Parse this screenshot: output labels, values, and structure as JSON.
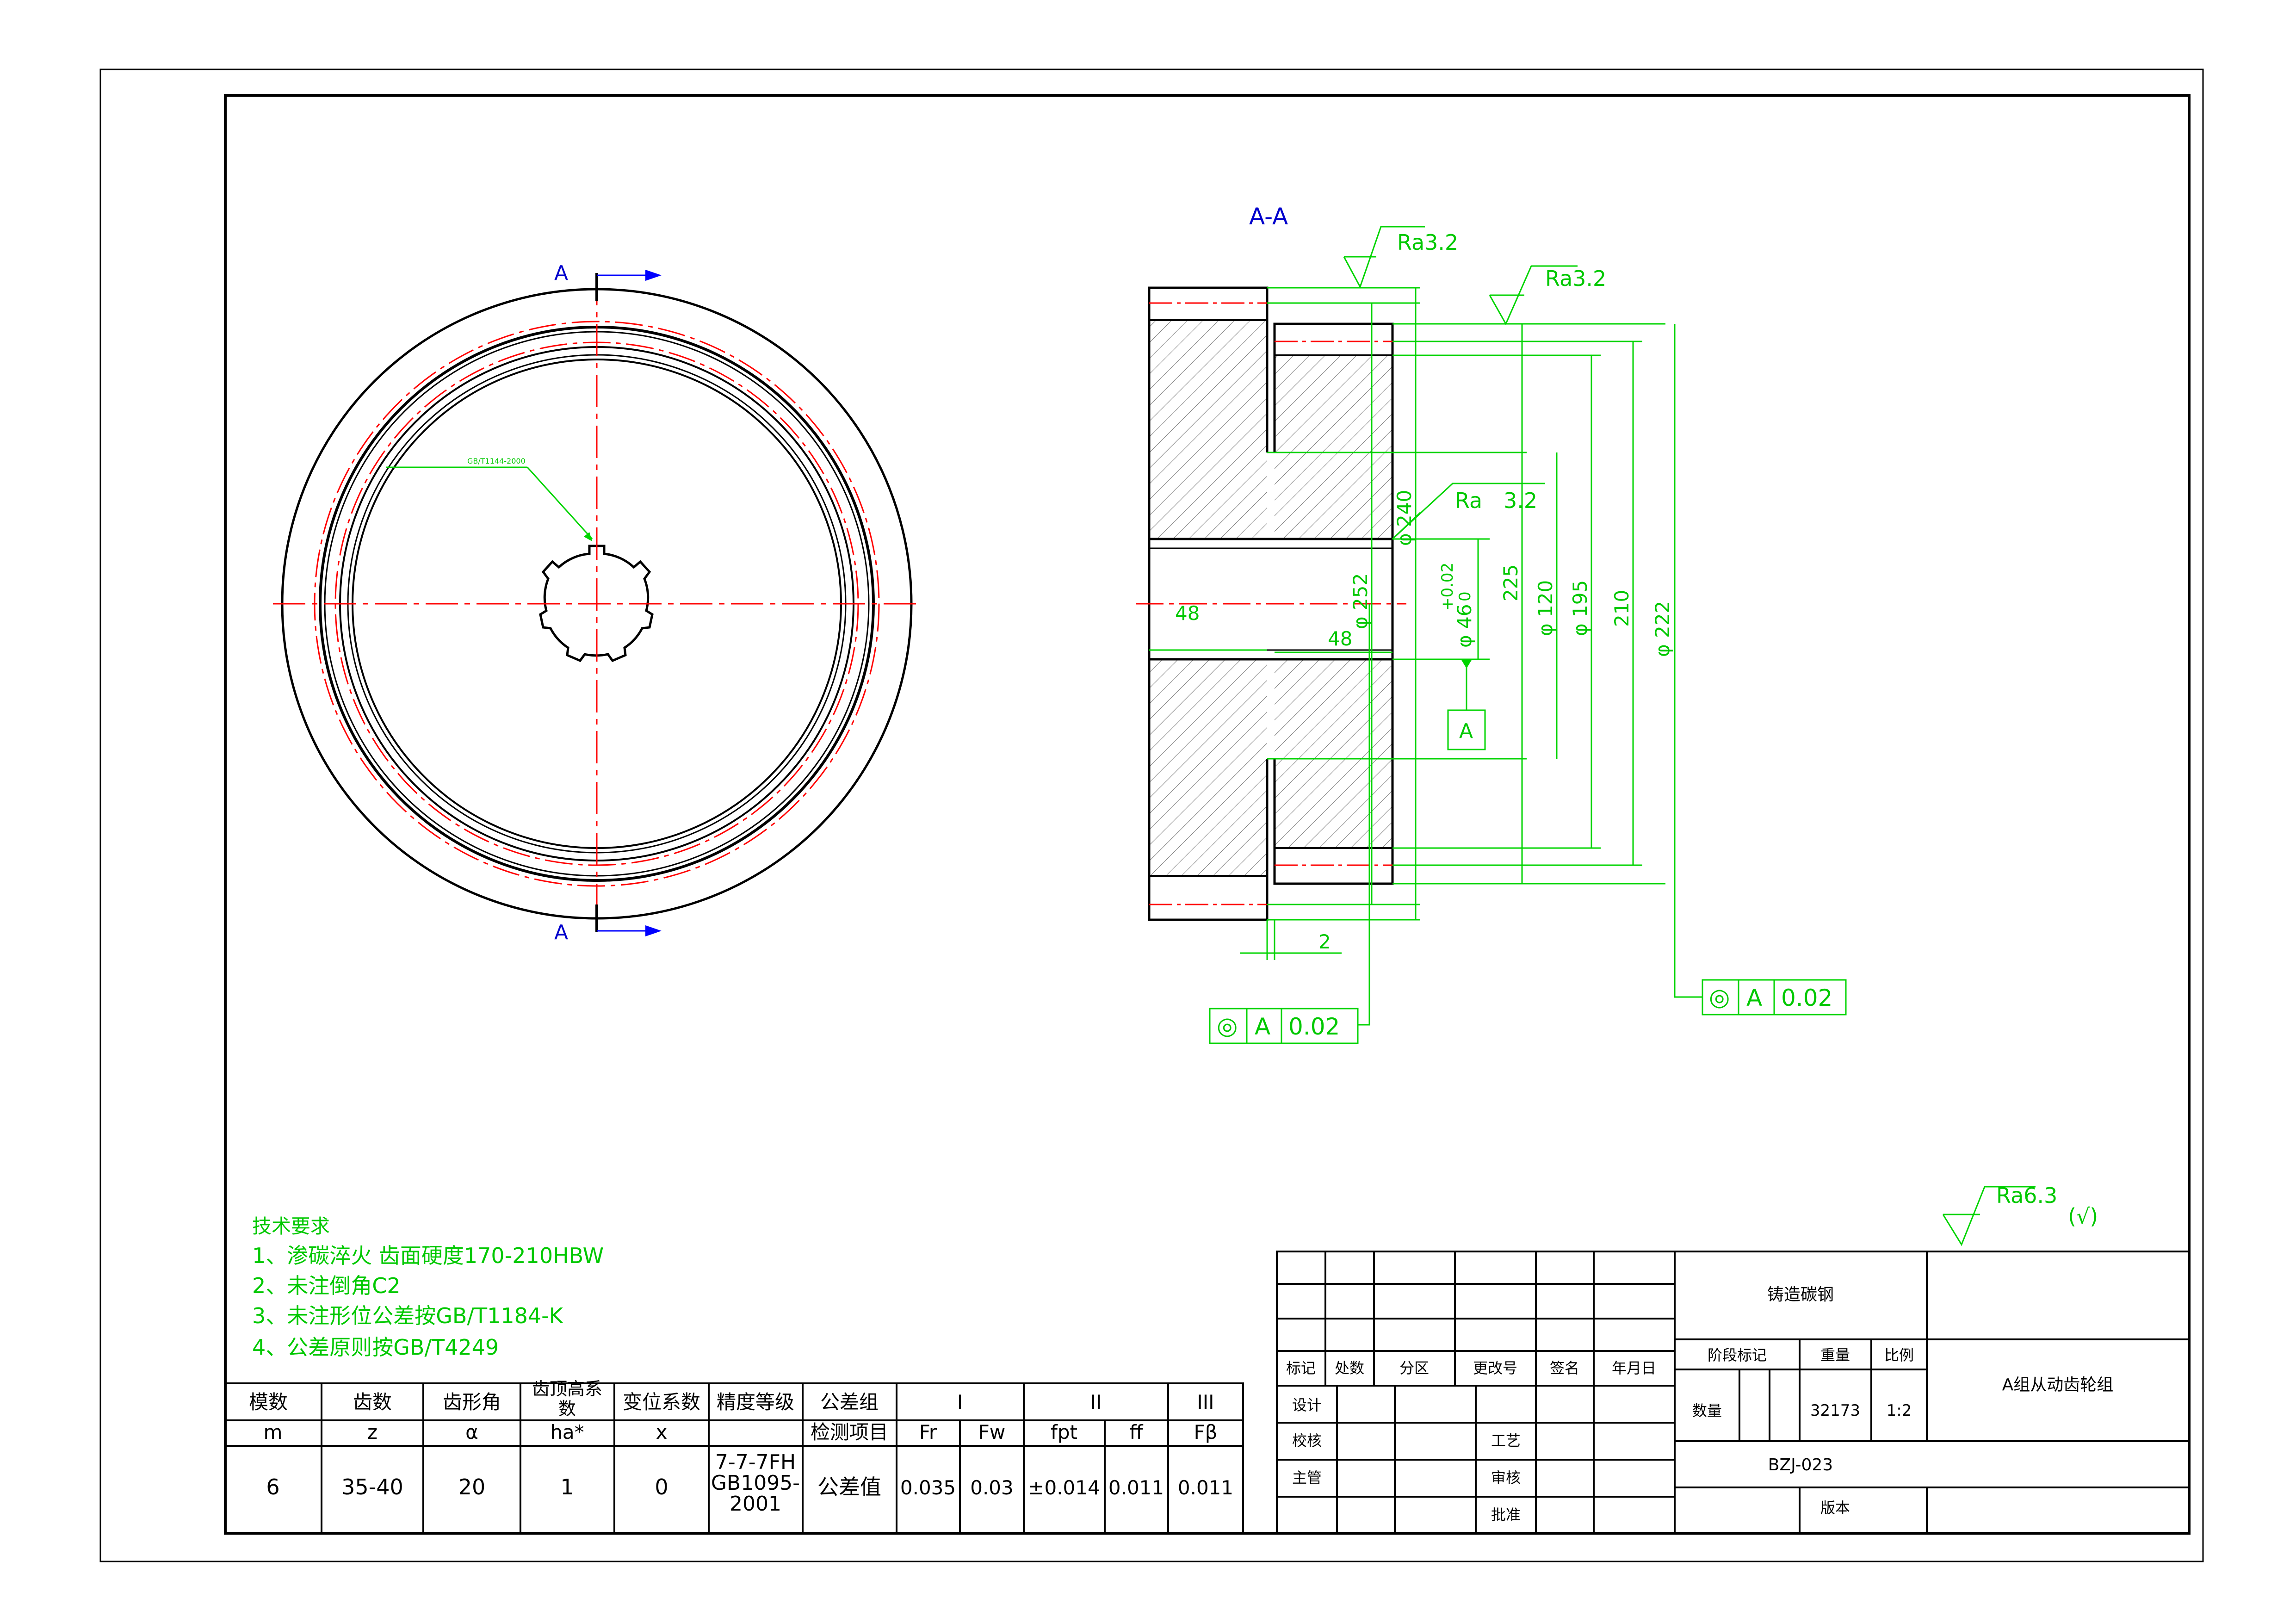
{
  "section_marks": {
    "top": "A",
    "bottom": "A",
    "view_title": "A-A"
  },
  "leader_note": "GB/T1144-2000",
  "roughness": {
    "r1": "Ra3.2",
    "r2": "Ra3.2",
    "r3_a": "Ra",
    "r3_b": "3.2",
    "general": "Ra6.3",
    "general_paren": "(√)"
  },
  "dimensions": {
    "d252": "φ 252",
    "d240": "φ 240",
    "tol_plus": "+0.02",
    "tol_zero": "0",
    "d46": "φ 46",
    "h225": "225",
    "d120": "φ 120",
    "d195": "φ 195",
    "h210": "210",
    "d222": "φ 222",
    "w48a": "48",
    "w48b": "48",
    "w2": "2"
  },
  "datum": "A",
  "frame1": {
    "sym": "◎",
    "datum": "A",
    "tol": "0.02"
  },
  "frame2": {
    "sym": "◎",
    "datum": "A",
    "tol": "0.02"
  },
  "tech": {
    "title": "技术要求",
    "l1": "1、渗碳淬火 齿面硬度170-210HBW",
    "l2": "2、未注倒角C2",
    "l3": "3、未注形位公差按GB/T1184-K",
    "l4": "4、公差原则按GB/T4249"
  },
  "params": {
    "h_modulus": "模数",
    "h_teeth": "齿数",
    "h_angle": "齿形角",
    "h_addendum_a": "齿顶高系",
    "h_addendum_b": "数",
    "h_shift": "变位系数",
    "h_grade": "精度等级",
    "h_group": "公差组",
    "g1": "I",
    "g2": "II",
    "g3": "III",
    "s_m": "m",
    "s_z": "z",
    "s_alpha": "α",
    "s_ha": "ha*",
    "s_x": "x",
    "s_item": "检测项目",
    "s_fr": "Fr",
    "s_fw": "Fw",
    "s_fpt": "fpt",
    "s_ff": "ff",
    "s_fb": "Fβ",
    "v_m": "6",
    "v_z": "35-40",
    "v_alpha": "20",
    "v_ha": "1",
    "v_x": "0",
    "v_grade_1": "7-7-7FH",
    "v_grade_2": "GB1095-",
    "v_grade_3": "2001",
    "v_label": "公差值",
    "v_fr": "0.035",
    "v_fw": "0.03",
    "v_fpt": "±0.014",
    "v_ff": "0.011",
    "v_fb": "0.011"
  },
  "title_block": {
    "material": "铸造碳钢",
    "c_mark": "标记",
    "c_count": "处数",
    "c_zone": "分区",
    "c_change": "更改号",
    "c_sign": "签名",
    "c_date": "年月日",
    "stage": "阶段标记",
    "weight": "重量",
    "scale": "比例",
    "qty": "数量",
    "weight_val": "32173",
    "scale_val": "1:2",
    "design": "设计",
    "check": "校核",
    "chief": "主管",
    "process": "工艺",
    "review": "审核",
    "approve": "批准",
    "part_name": "A组从动齿轮组",
    "drawing_no": "BZJ-023",
    "version": "版本"
  }
}
